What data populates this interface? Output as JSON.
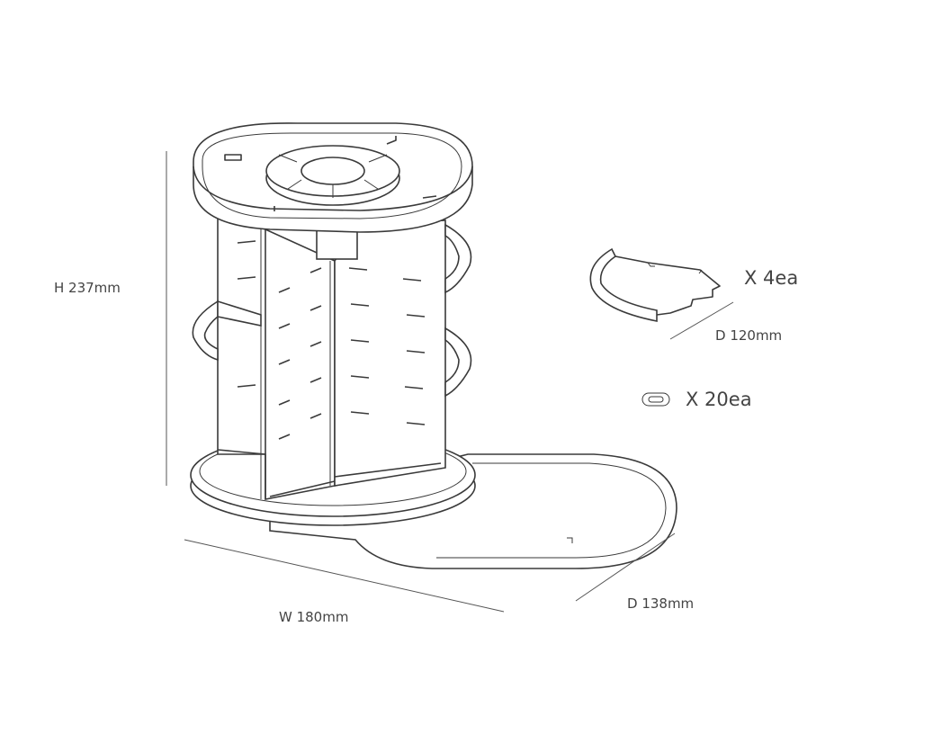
{
  "dimensions": {
    "height": "H 237mm",
    "width": "W 180mm",
    "depth": "D 138mm",
    "shelf_depth": "D 120mm"
  },
  "parts": {
    "shelf_qty": "X 4ea",
    "ring_qty": "X 20ea"
  },
  "colors": {
    "line": "#3a3a3a",
    "text": "#444444",
    "background": "#ffffff"
  }
}
